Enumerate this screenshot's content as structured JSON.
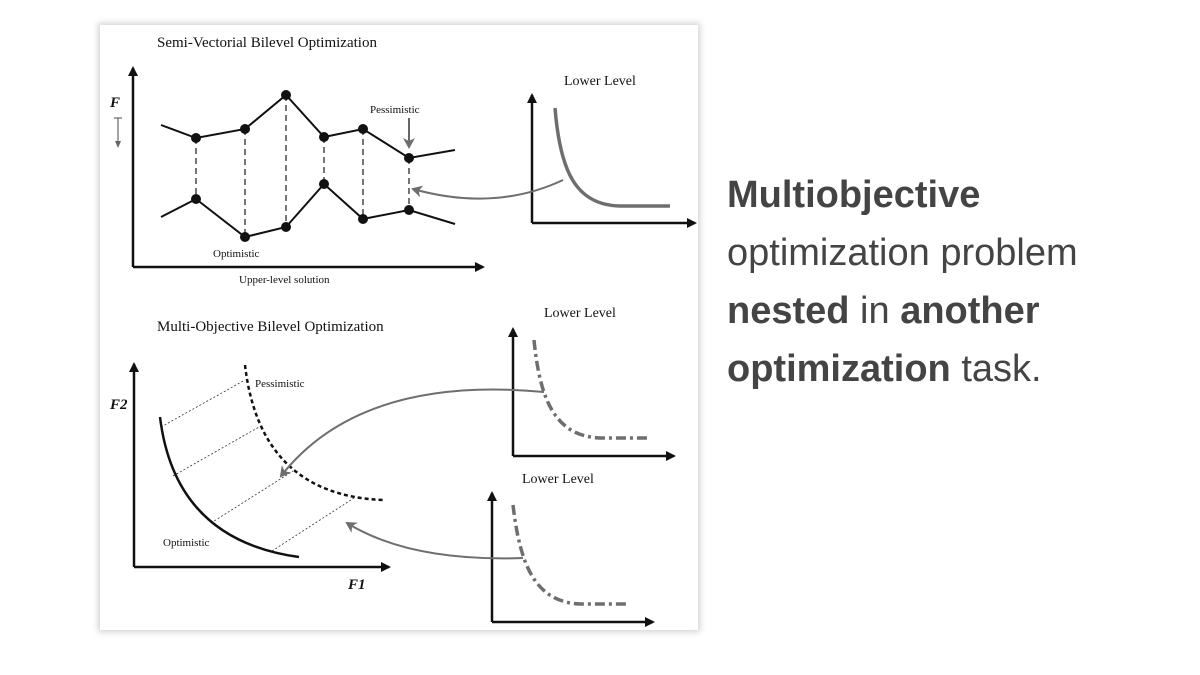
{
  "diagram": {
    "top": {
      "title": "Semi-Vectorial Bilevel Optimization",
      "y_label": "F",
      "x_label": "Upper-level solution",
      "pessimistic_label": "Pessimistic",
      "optimistic_label": "Optimistic",
      "lower_level_title": "Lower Level"
    },
    "bottom": {
      "title": "Multi-Objective Bilevel Optimization",
      "y_label": "F2",
      "x_label": "F1",
      "pessimistic_label": "Pessimistic",
      "optimistic_label": "Optimistic",
      "lower_level_title_1": "Lower Level",
      "lower_level_title_2": "Lower Level"
    }
  },
  "caption": {
    "w1": "Multiobjective",
    "w2": "optimization problem",
    "w3": "nested",
    "w4": "in",
    "w5": "another",
    "w6": "optimization",
    "w7": "task."
  },
  "colors": {
    "text": "#444444",
    "arrow_gray": "#6e6e6e",
    "ink": "#111111"
  }
}
